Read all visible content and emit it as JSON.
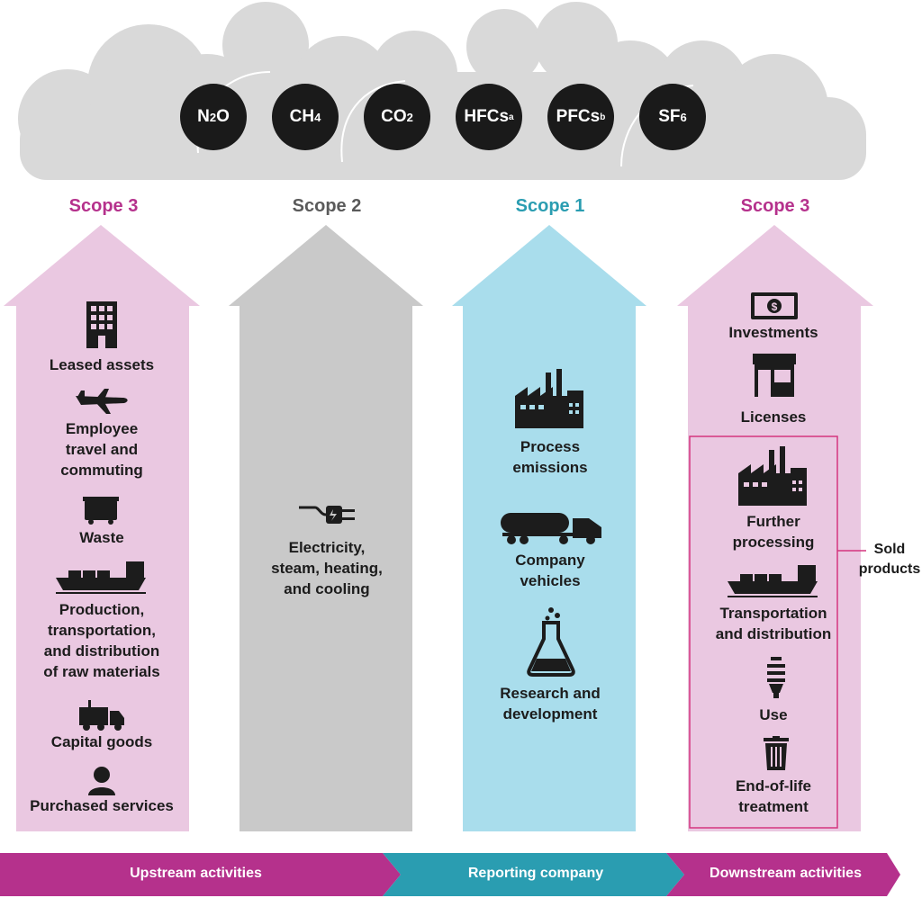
{
  "gases": [
    {
      "base": "N",
      "sub": "2",
      "rest": "O",
      "sup": ""
    },
    {
      "base": "CH",
      "sub": "4",
      "rest": "",
      "sup": ""
    },
    {
      "base": "CO",
      "sub": "2",
      "rest": "",
      "sup": ""
    },
    {
      "base": "HFCs",
      "sub": "",
      "rest": "",
      "sup": "a"
    },
    {
      "base": "PFCs",
      "sub": "",
      "rest": "",
      "sup": "b"
    },
    {
      "base": "SF",
      "sub": "6",
      "rest": "",
      "sup": ""
    }
  ],
  "columns": [
    {
      "scope": "Scope 3",
      "scope_color": "#b5318c",
      "arrow_color": "#eac8e1",
      "items": [
        {
          "icon": "building-icon",
          "label": "Leased assets"
        },
        {
          "icon": "airplane-icon",
          "label": "Employee\ntravel and\ncommuting"
        },
        {
          "icon": "dumpster-icon",
          "label": "Waste"
        },
        {
          "icon": "cargo-ship-icon",
          "label": "Production,\ntransportation,\nand distribution\nof raw materials"
        },
        {
          "icon": "truck-icon",
          "label": "Capital goods"
        },
        {
          "icon": "person-icon",
          "label": "Purchased services"
        }
      ]
    },
    {
      "scope": "Scope 2",
      "scope_color": "#5a5a5a",
      "arrow_color": "#c9c9c9",
      "items": [
        {
          "icon": "plug-icon",
          "label": "Electricity,\nsteam, heating,\nand cooling"
        }
      ]
    },
    {
      "scope": "Scope 1",
      "scope_color": "#2a9db1",
      "arrow_color": "#a9ddec",
      "items": [
        {
          "icon": "factory-icon",
          "label": "Process\nemissions"
        },
        {
          "icon": "tanker-truck-icon",
          "label": "Company\nvehicles"
        },
        {
          "icon": "flask-icon",
          "label": "Research and\ndevelopment"
        }
      ]
    },
    {
      "scope": "Scope 3",
      "scope_color": "#b5318c",
      "arrow_color": "#eac8e1",
      "items": [
        {
          "icon": "money-icon",
          "label": "Investments"
        },
        {
          "icon": "storefront-icon",
          "label": "Licenses"
        },
        {
          "icon": "factory-icon",
          "label": "Further\nprocessing"
        },
        {
          "icon": "cargo-ship-icon",
          "label": "Transportation\nand distribution"
        },
        {
          "icon": "lightbulb-icon",
          "label": "Use"
        },
        {
          "icon": "trash-can-icon",
          "label": "End-of-life\ntreatment"
        }
      ]
    }
  ],
  "sold_products": "Sold\nproducts",
  "bottom": {
    "upstream": "Upstream activities",
    "reporting": "Reporting company",
    "downstream": "Downstream activities",
    "upstream_color": "#b5318c",
    "reporting_color": "#2a9db1",
    "downstream_color": "#b5318c"
  }
}
